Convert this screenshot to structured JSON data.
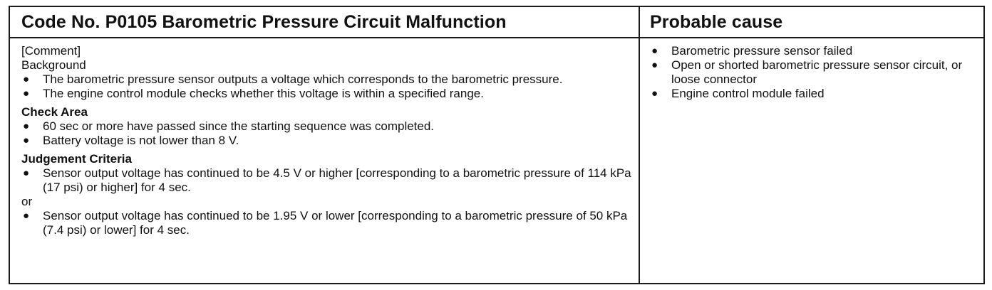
{
  "header": {
    "left_title": "Code No. P0105 Barometric Pressure Circuit Malfunction",
    "right_title": "Probable cause"
  },
  "left": {
    "comment_label": "[Comment]",
    "background_label": "Background",
    "background_items": [
      "The barometric pressure sensor outputs a voltage which  corresponds to the barometric pressure.",
      "The engine control module checks whether this voltage is within a specified range."
    ],
    "check_area_title": "Check Area",
    "check_area_items": [
      "60 sec or more have passed since the starting sequence was completed.",
      "Battery voltage is not lower than 8 V."
    ],
    "judgement_title": "Judgement Criteria",
    "judgement_item_1": "Sensor output voltage has continued to be 4.5 V or higher [corresponding to a barometric pressure of 114 kPa (17 psi) or higher] for 4 sec.",
    "or_label": "or",
    "judgement_item_2": "Sensor output voltage has continued to be 1.95 V or lower [corresponding to a barometric pressure of 50 kPa (7.4 psi) or lower] for 4 sec.",
    "bullet_glyph": "●"
  },
  "right": {
    "causes": [
      "Barometric pressure sensor failed",
      "Open or shorted barometric pressure sensor circuit, or loose connector",
      "Engine control module failed"
    ]
  }
}
